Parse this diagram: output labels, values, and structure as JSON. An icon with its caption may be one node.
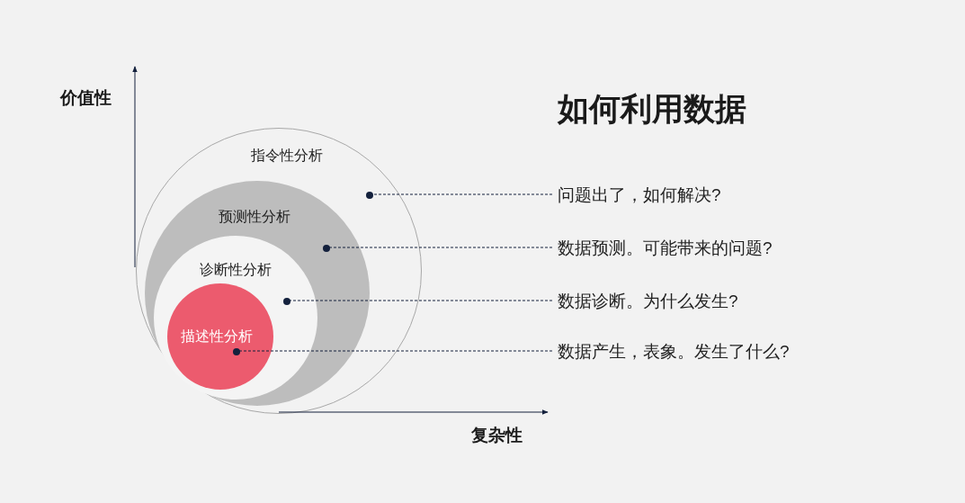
{
  "diagram": {
    "title": "如何利用数据",
    "nodes": [
      {
        "text": [
          "指令性分析"
        ]
      },
      {
        "text": [
          "预测性分析"
        ],
        "in": 0
      },
      {
        "text": [
          "诊断性分析"
        ],
        "in": 1
      },
      {
        "text": [
          "描述性分析"
        ],
        "in": 2
      },
      {
        "text": [
          "问题出了，如何解决?"
        ]
      },
      {
        "text": [
          "数据预测。可能带来的问题?"
        ]
      },
      {
        "text": [
          "数据诊断。为什么发生?"
        ]
      },
      {
        "text": [
          "数据产生，表象。发生了什么?"
        ]
      },
      {
        "text": [],
        "shape": "circle",
        "in": 0
      },
      {
        "text": [],
        "shape": "circle",
        "in": 1
      },
      {
        "text": [],
        "shape": "circle",
        "in": 2
      },
      {
        "text": [],
        "shape": "circle",
        "in": 3
      }
    ],
    "edges": [
      {
        "from": 4,
        "to": 8,
        "arrow": "none",
        "style": "dashed"
      },
      {
        "from": 5,
        "to": 9,
        "arrow": "none",
        "style": "dashed"
      },
      {
        "from": 6,
        "to": 10,
        "arrow": "none",
        "style": "dashed"
      },
      {
        "from": 7,
        "to": 11,
        "arrow": "none",
        "style": "dashed"
      }
    ],
    "labels": [
      "价值性",
      "复杂性"
    ]
  }
}
